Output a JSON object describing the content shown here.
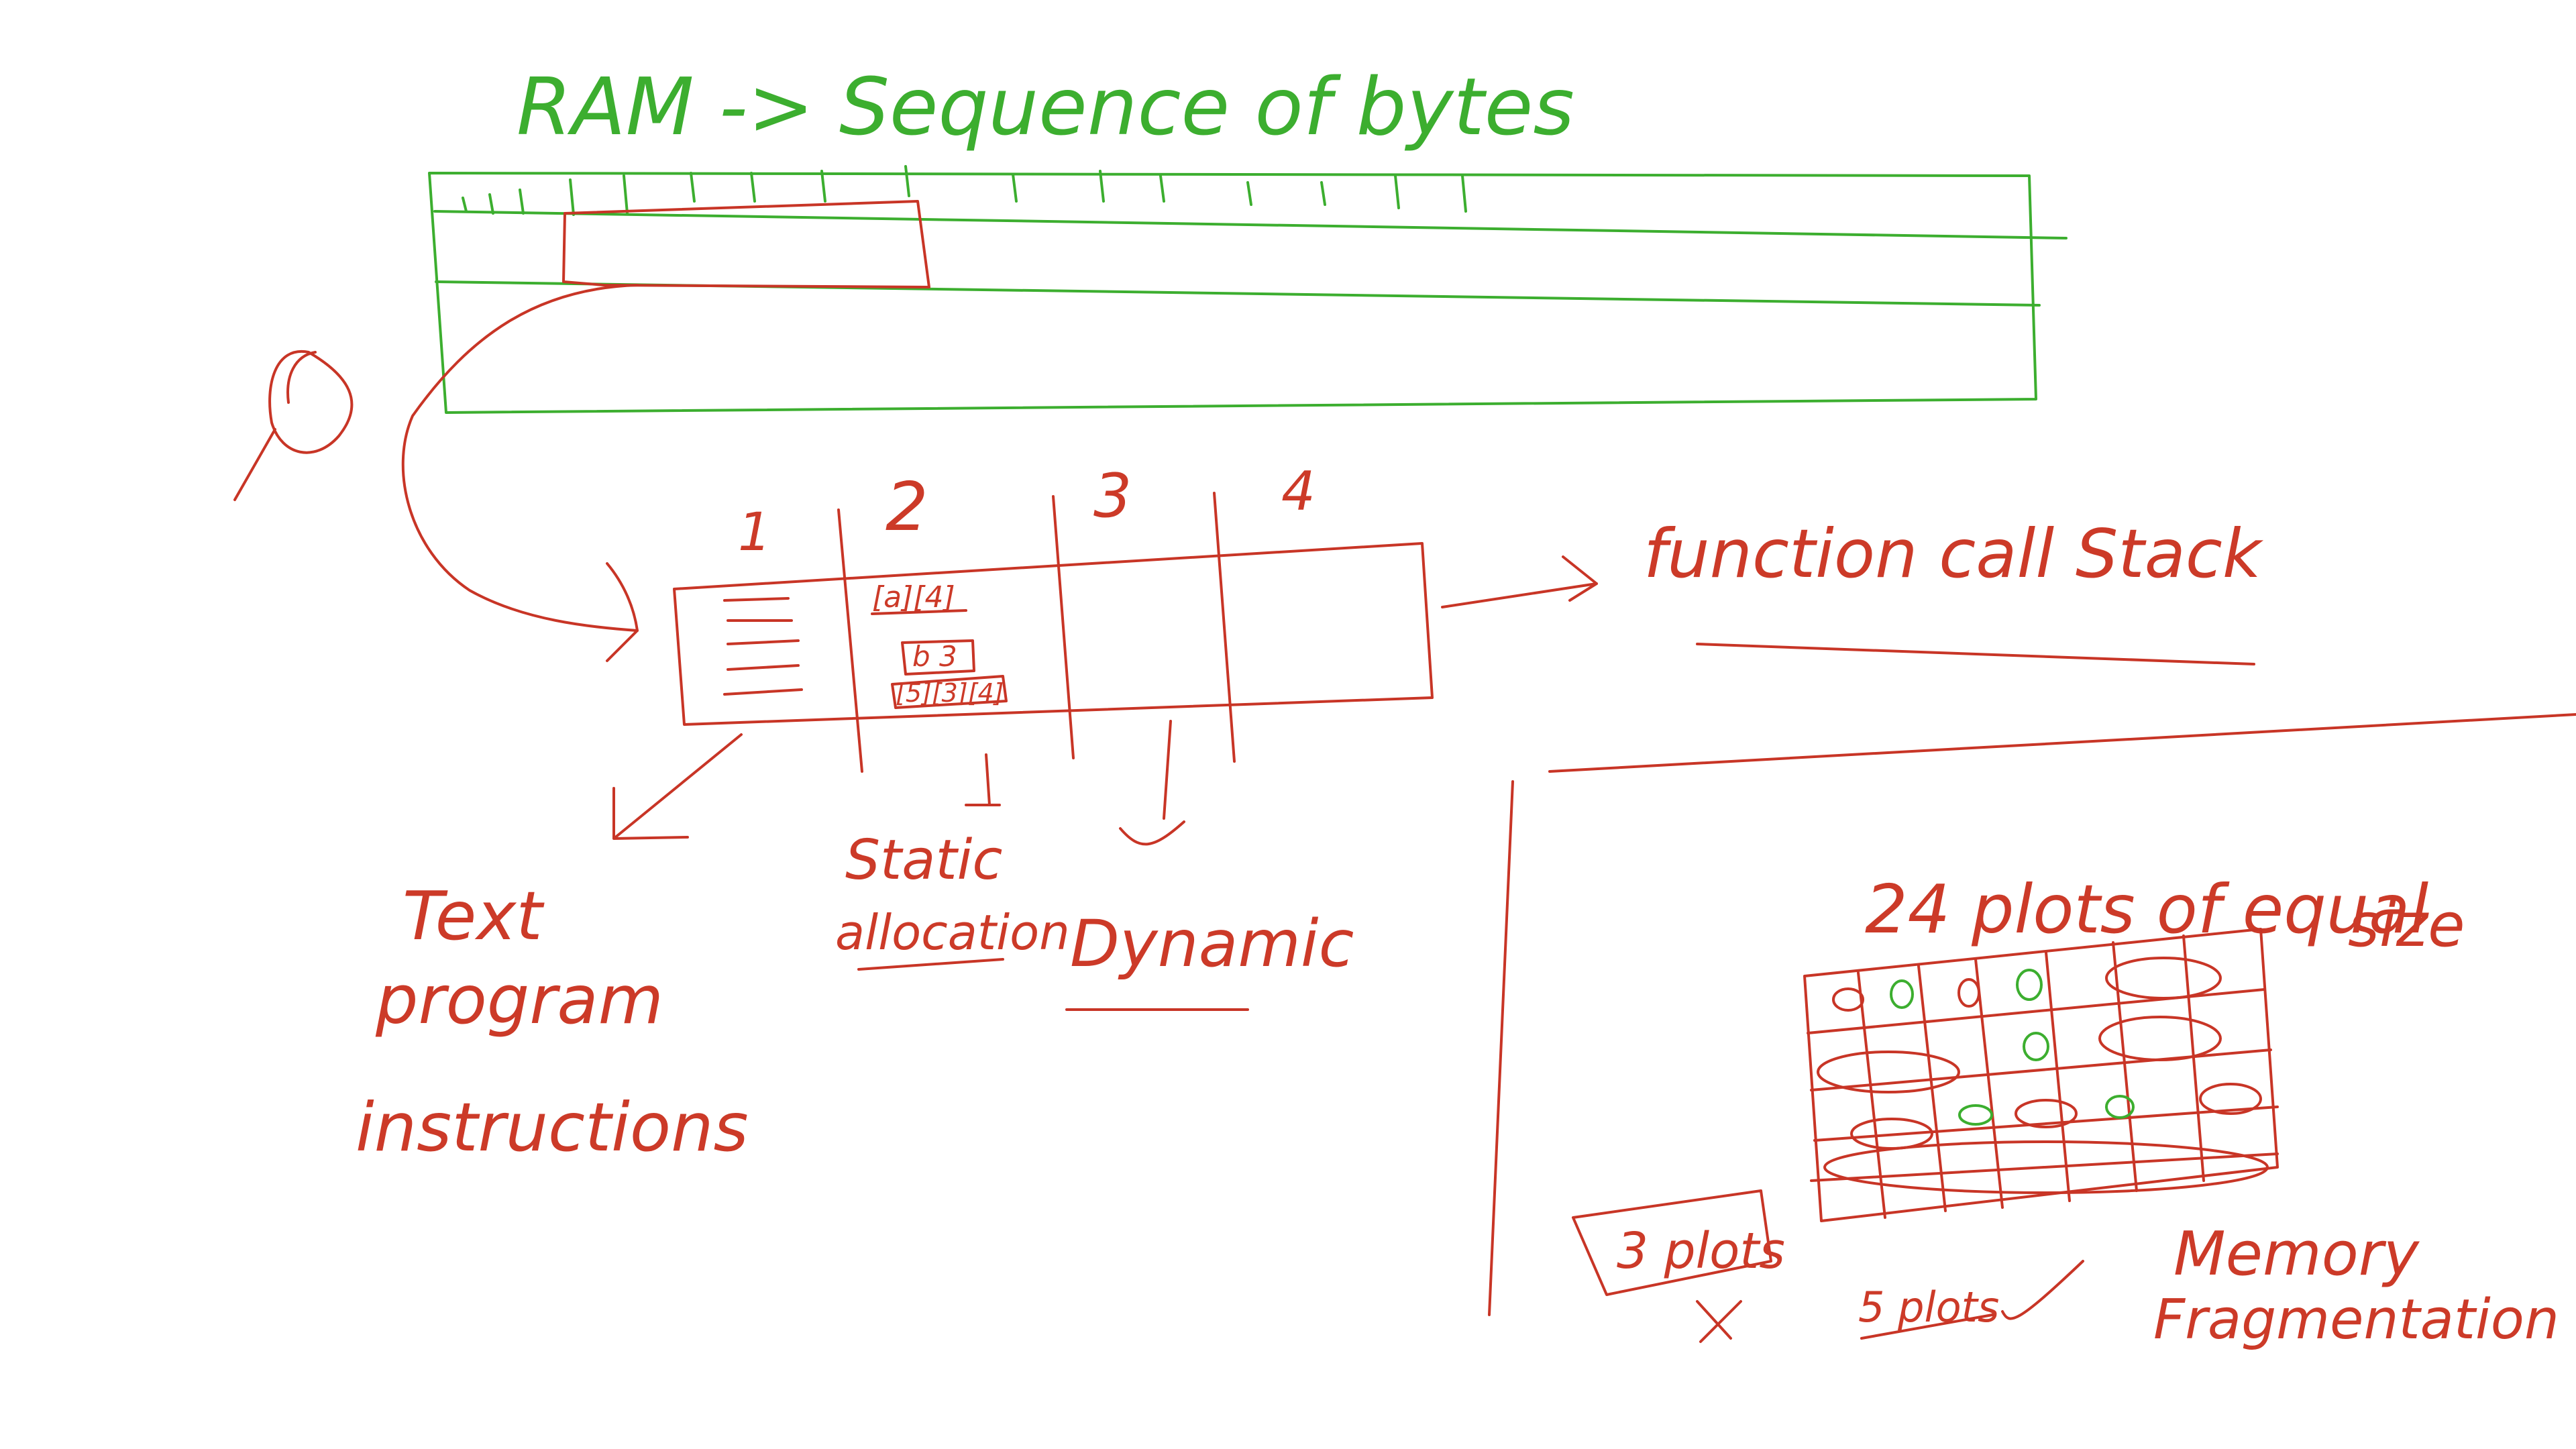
{
  "title": "RAM -> Sequence of bytes",
  "segments": {
    "numbers": [
      "1",
      "2",
      "3",
      "4"
    ],
    "static_box_values": [
      "[a][4]",
      "b 3",
      "[5][3][4]"
    ],
    "stack_label": "function call Stack"
  },
  "labels": {
    "text_segment": [
      "Text",
      "program",
      "instructions"
    ],
    "static_segment": [
      "Static",
      "allocation"
    ],
    "dynamic_segment": "Dynamic"
  },
  "fragmentation": {
    "plots_title": [
      "24 plots of equal",
      "size"
    ],
    "plots_3": "3 plots",
    "plots_5": "5 plots",
    "caption": [
      "Memory",
      "Fragmentation"
    ]
  },
  "colors": {
    "green": "#3cae2f",
    "red": "#c83526"
  }
}
